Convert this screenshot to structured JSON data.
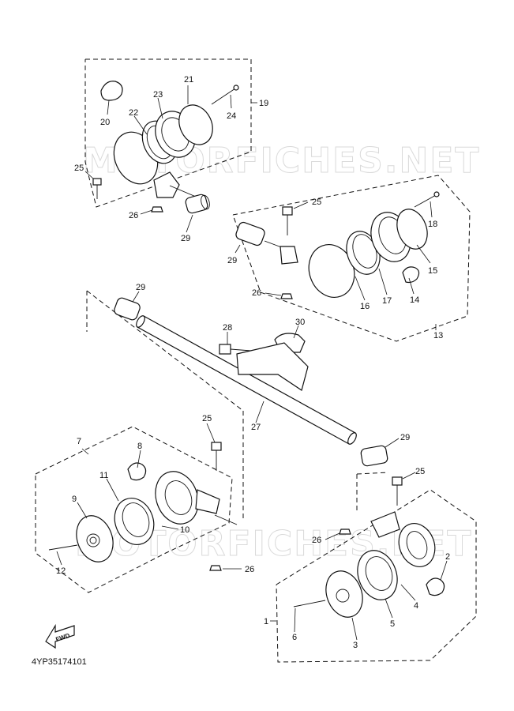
{
  "watermark": "MOTORFICHES.NET",
  "diagram_code": "4YP35174101",
  "fwd_label": "FWD",
  "callouts": {
    "c1": "1",
    "c2": "2",
    "c3": "3",
    "c4": "4",
    "c5": "5",
    "c6": "6",
    "c7": "7",
    "c8": "8",
    "c9": "9",
    "c10": "10",
    "c11": "11",
    "c12": "12",
    "c13": "13",
    "c14": "14",
    "c15": "15",
    "c16": "16",
    "c17": "17",
    "c18": "18",
    "c19": "19",
    "c20": "20",
    "c21": "21",
    "c22": "22",
    "c23": "23",
    "c24": "24",
    "c25a": "25",
    "c25b": "25",
    "c25c": "25",
    "c25d": "25",
    "c26a": "26",
    "c26b": "26",
    "c26c": "26",
    "c26d": "26",
    "c27": "27",
    "c28": "28",
    "c29a": "29",
    "c29b": "29",
    "c29c": "29",
    "c29d": "29",
    "c30": "30"
  }
}
